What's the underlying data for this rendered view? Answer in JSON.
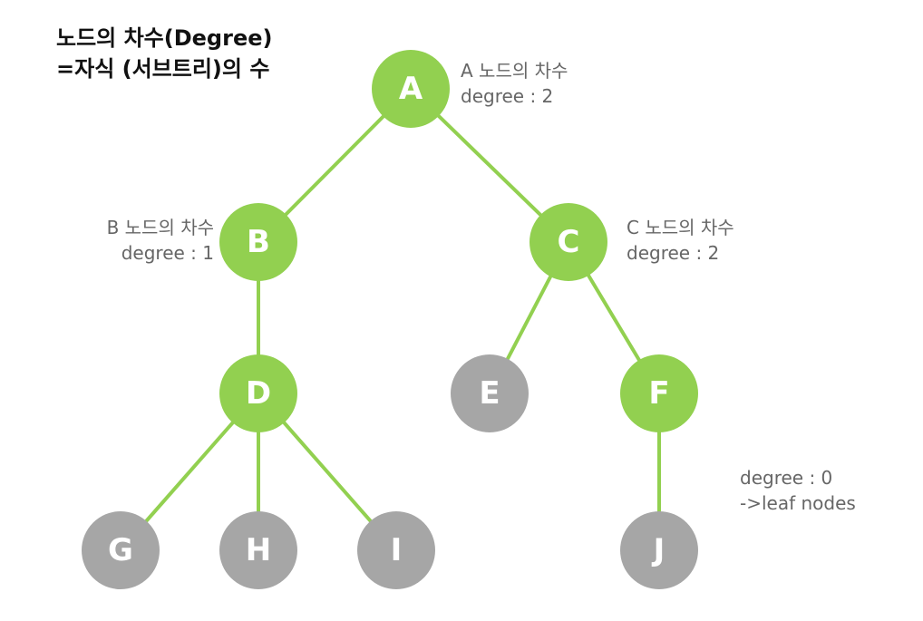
{
  "title": {
    "line1": "노드의 차수(Degree)",
    "line2": "=자식 (서브트리)의 수"
  },
  "colors": {
    "internal": "#92d050",
    "leaf": "#a6a6a6",
    "edge": "#92d050",
    "annotation": "#666666"
  },
  "nodes": [
    {
      "id": "A",
      "type": "internal"
    },
    {
      "id": "B",
      "type": "internal"
    },
    {
      "id": "C",
      "type": "internal"
    },
    {
      "id": "D",
      "type": "internal"
    },
    {
      "id": "E",
      "type": "leaf"
    },
    {
      "id": "F",
      "type": "internal"
    },
    {
      "id": "G",
      "type": "leaf"
    },
    {
      "id": "H",
      "type": "leaf"
    },
    {
      "id": "I",
      "type": "leaf"
    },
    {
      "id": "J",
      "type": "leaf"
    }
  ],
  "edges": [
    [
      "A",
      "B"
    ],
    [
      "A",
      "C"
    ],
    [
      "B",
      "D"
    ],
    [
      "C",
      "E"
    ],
    [
      "C",
      "F"
    ],
    [
      "D",
      "G"
    ],
    [
      "D",
      "H"
    ],
    [
      "D",
      "I"
    ],
    [
      "F",
      "J"
    ]
  ],
  "annotations": {
    "a": {
      "line1": "A 노드의 차수",
      "line2": "degree : 2"
    },
    "b": {
      "line1": "B 노드의 차수",
      "line2": "degree : 1"
    },
    "c": {
      "line1": "C 노드의 차수",
      "line2": "degree : 2"
    },
    "leaf": {
      "line1": "degree : 0",
      "line2": "->leaf nodes"
    }
  }
}
